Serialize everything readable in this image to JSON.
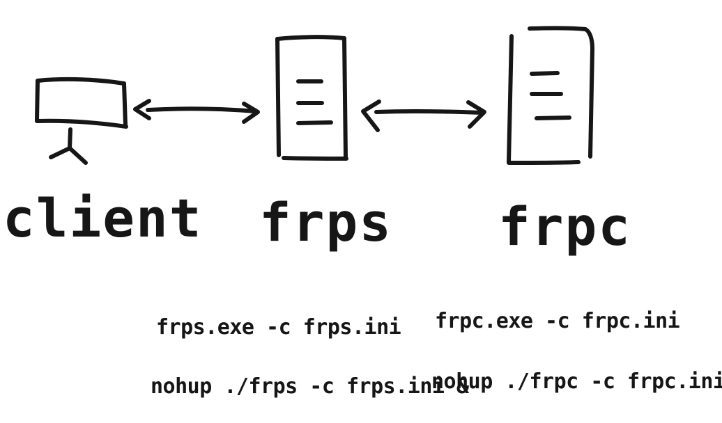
{
  "nodes": {
    "client": {
      "label": "client",
      "icon": "monitor-icon"
    },
    "frps": {
      "label": "frps",
      "icon": "server-icon",
      "commands": [
        "frps.exe -c frps.ini",
        "nohup ./frps -c frps.ini &"
      ]
    },
    "frpc": {
      "label": "frpc",
      "icon": "server-icon",
      "commands": [
        "frpc.exe -c frpc.ini",
        "nohup ./frpc -c frpc.ini &"
      ]
    }
  },
  "connections": [
    {
      "from": "client",
      "to": "frps",
      "type": "bidirectional"
    },
    {
      "from": "frps",
      "to": "frpc",
      "type": "bidirectional"
    }
  ],
  "colors": {
    "ink": "#161616",
    "background": "#ffffff"
  }
}
